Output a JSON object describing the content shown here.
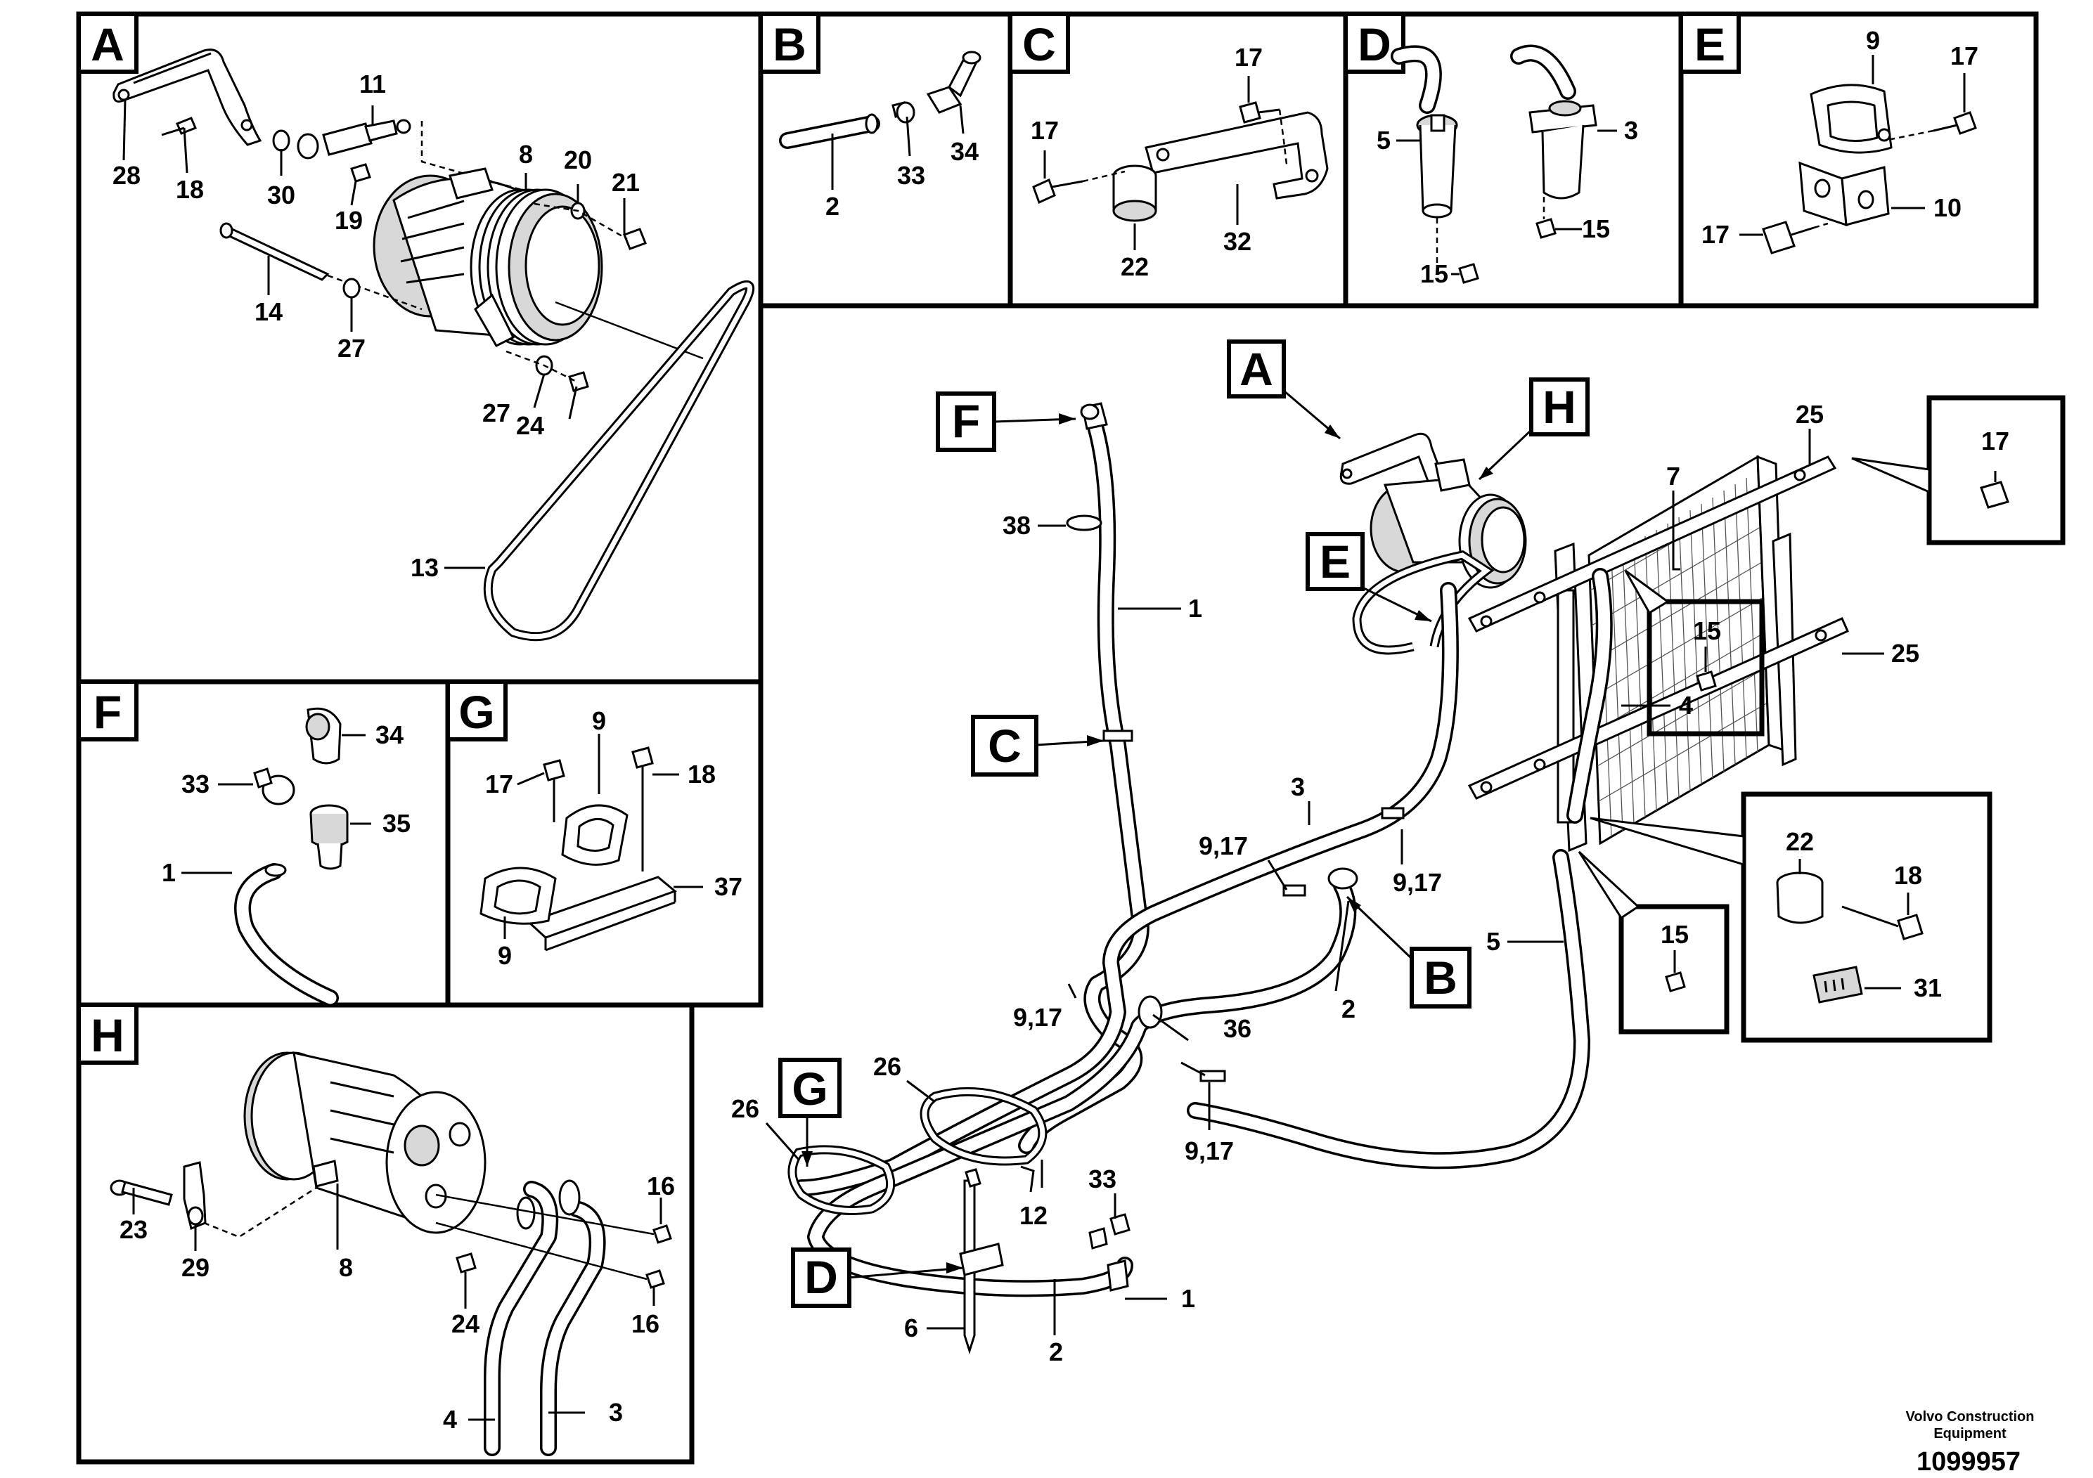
{
  "panel_tags": {
    "A": "A",
    "B": "B",
    "C": "C",
    "D": "D",
    "E": "E",
    "F": "F",
    "G": "G",
    "H": "H"
  },
  "main_tags": {
    "A": "A",
    "H": "H",
    "F": "F",
    "E": "E",
    "C": "C",
    "B": "B",
    "G": "G",
    "D": "D"
  },
  "labels": {
    "a": {
      "n28": "28",
      "n18": "18",
      "n30": "30",
      "n11": "11",
      "n19": "19",
      "n8": "8",
      "n20": "20",
      "n21": "21",
      "n14": "14",
      "n27a": "27",
      "n27b": "27",
      "n24": "24",
      "n13": "13"
    },
    "b": {
      "n2": "2",
      "n33": "33",
      "n34": "34"
    },
    "c": {
      "n17a": "17",
      "n17b": "17",
      "n32": "32",
      "n22": "22"
    },
    "d": {
      "n5": "5",
      "n3": "3",
      "n15a": "15",
      "n15b": "15"
    },
    "e": {
      "n9": "9",
      "n17a": "17",
      "n17b": "17",
      "n10": "10"
    },
    "f": {
      "n34": "34",
      "n33": "33",
      "n35": "35",
      "n1": "1"
    },
    "g": {
      "n9a": "9",
      "n17": "17",
      "n18": "18",
      "n37": "37",
      "n9b": "9"
    },
    "h": {
      "n16a": "16",
      "n23": "23",
      "n29": "29",
      "n8": "8",
      "n24": "24",
      "n16b": "16",
      "n4": "4",
      "n3": "3"
    },
    "main": {
      "n38": "38",
      "n1a": "1",
      "n7": "7",
      "n25a": "25",
      "n25b": "25",
      "n4": "4",
      "n3": "3",
      "n917a": "9,17",
      "n917b": "9,17",
      "n917c": "9,17",
      "n917d": "9,17",
      "n36": "36",
      "n2a": "2",
      "n5": "5",
      "n26a": "26",
      "n26b": "26",
      "n12": "12",
      "n33": "33",
      "n1b": "1",
      "n6": "6",
      "n2b": "2"
    },
    "callouts": {
      "c17": "17",
      "c15a": "15",
      "c22": "22",
      "c18": "18",
      "c31": "31",
      "c15b": "15"
    }
  },
  "footer": {
    "company_line1": "Volvo Construction",
    "company_line2": "Equipment",
    "drawing_number": "1099957"
  }
}
